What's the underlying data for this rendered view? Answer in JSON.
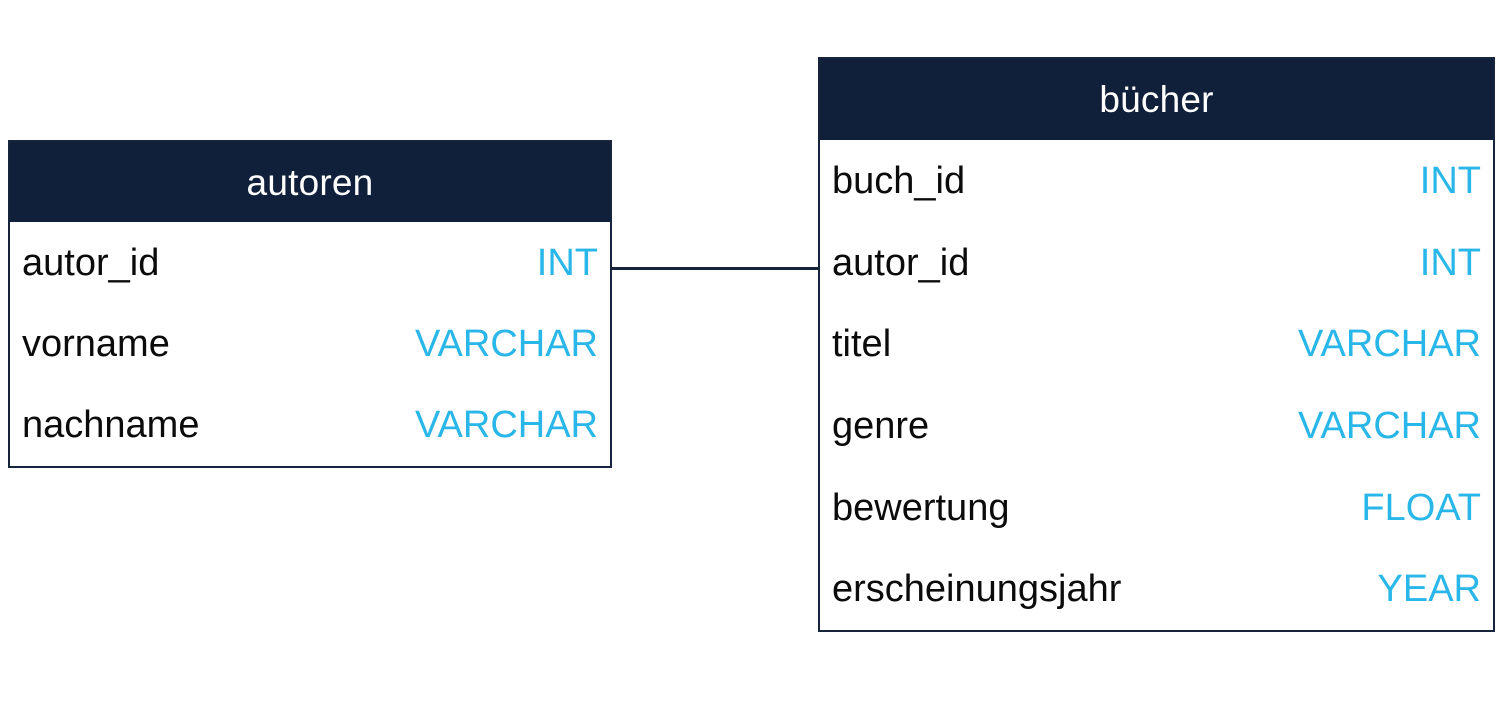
{
  "diagram": {
    "type": "entity-relationship-diagram",
    "background_color": "#ffffff",
    "header_color": "#10203a",
    "border_color": "#16243c",
    "type_color": "#29b6e8",
    "name_color": "#0b0b0b",
    "header_text_color": "#ffffff"
  },
  "entities": [
    {
      "id": "autoren",
      "title": "autoren",
      "fields": [
        {
          "name": "autor_id",
          "type": "INT"
        },
        {
          "name": "vorname",
          "type": "VARCHAR"
        },
        {
          "name": "nachname",
          "type": "VARCHAR"
        }
      ]
    },
    {
      "id": "buecher",
      "title": "bücher",
      "fields": [
        {
          "name": "buch_id",
          "type": "INT"
        },
        {
          "name": "autor_id",
          "type": "INT"
        },
        {
          "name": "titel",
          "type": "VARCHAR"
        },
        {
          "name": "genre",
          "type": "VARCHAR"
        },
        {
          "name": "bewertung",
          "type": "FLOAT"
        },
        {
          "name": "erscheinungsjahr",
          "type": "YEAR"
        }
      ]
    }
  ],
  "relationships": [
    {
      "id": "autoren-buecher",
      "from_entity": "autoren",
      "from_field": "autor_id",
      "to_entity": "buecher",
      "to_field": "autor_id",
      "style": "straight-line"
    }
  ]
}
